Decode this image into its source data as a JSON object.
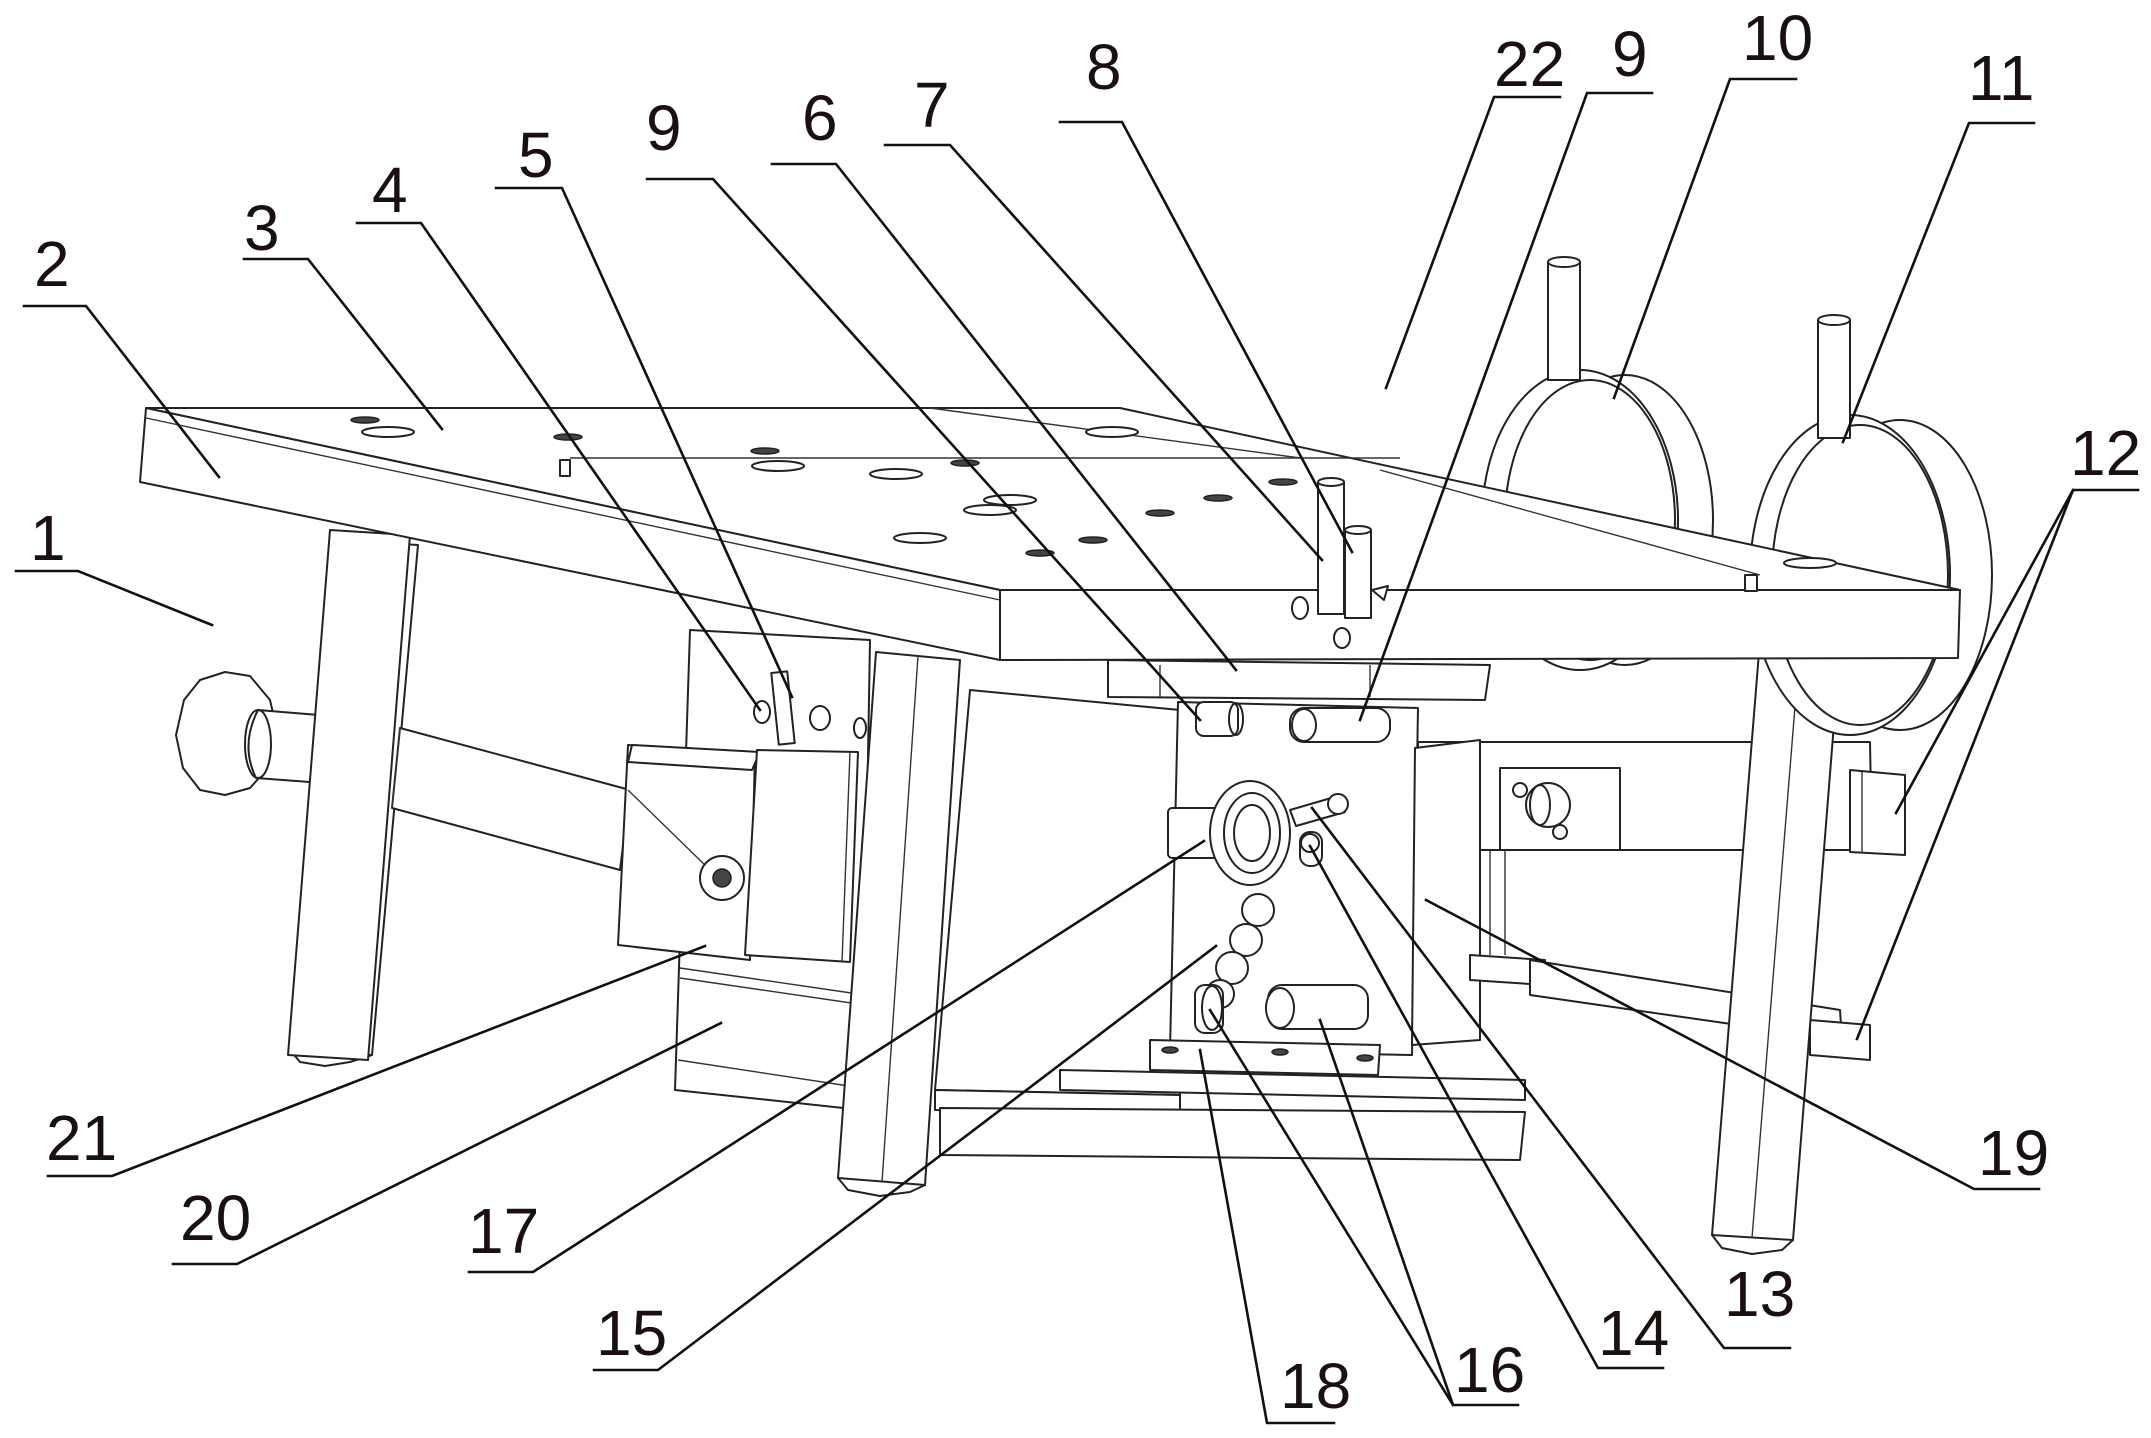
{
  "figure": {
    "type": "patent-isometric-assembly-drawing",
    "line_color": "#222222",
    "background": "#ffffff"
  },
  "callouts": [
    {
      "id": "c1",
      "label": "1",
      "part": "hand-knob"
    },
    {
      "id": "c2",
      "label": "2",
      "part": "top-plate-front-edge"
    },
    {
      "id": "c3",
      "label": "3",
      "part": "top-plate"
    },
    {
      "id": "c4",
      "label": "4",
      "part": "small-pin"
    },
    {
      "id": "c5",
      "label": "5",
      "part": "lever-rod"
    },
    {
      "id": "c9a",
      "label": "9",
      "part": "guide-shaft-left"
    },
    {
      "id": "c6",
      "label": "6",
      "part": "upper-mount-plate"
    },
    {
      "id": "c7",
      "label": "7",
      "part": "vertical-post-a"
    },
    {
      "id": "c8",
      "label": "8",
      "part": "vertical-post-b"
    },
    {
      "id": "c22",
      "label": "22",
      "part": "bracket-tab"
    },
    {
      "id": "c9b",
      "label": "9",
      "part": "guide-shaft-right"
    },
    {
      "id": "c10",
      "label": "10",
      "part": "wire-reel-1"
    },
    {
      "id": "c11",
      "label": "11",
      "part": "wire-reel-2"
    },
    {
      "id": "c12",
      "label": "12",
      "part": "side-blocks"
    },
    {
      "id": "c19",
      "label": "19",
      "part": "side-housing"
    },
    {
      "id": "c13",
      "label": "13",
      "part": "guide-pin-upper"
    },
    {
      "id": "c14",
      "label": "14",
      "part": "guide-pin-lower"
    },
    {
      "id": "c16",
      "label": "16",
      "part": "roller-pins"
    },
    {
      "id": "c18",
      "label": "18",
      "part": "lower-mount-plate"
    },
    {
      "id": "c15",
      "label": "15",
      "part": "ball-chain"
    },
    {
      "id": "c17",
      "label": "17",
      "part": "drive-shaft"
    },
    {
      "id": "c20",
      "label": "20",
      "part": "lower-slide-block"
    },
    {
      "id": "c21",
      "label": "21",
      "part": "upper-slide-block"
    }
  ]
}
